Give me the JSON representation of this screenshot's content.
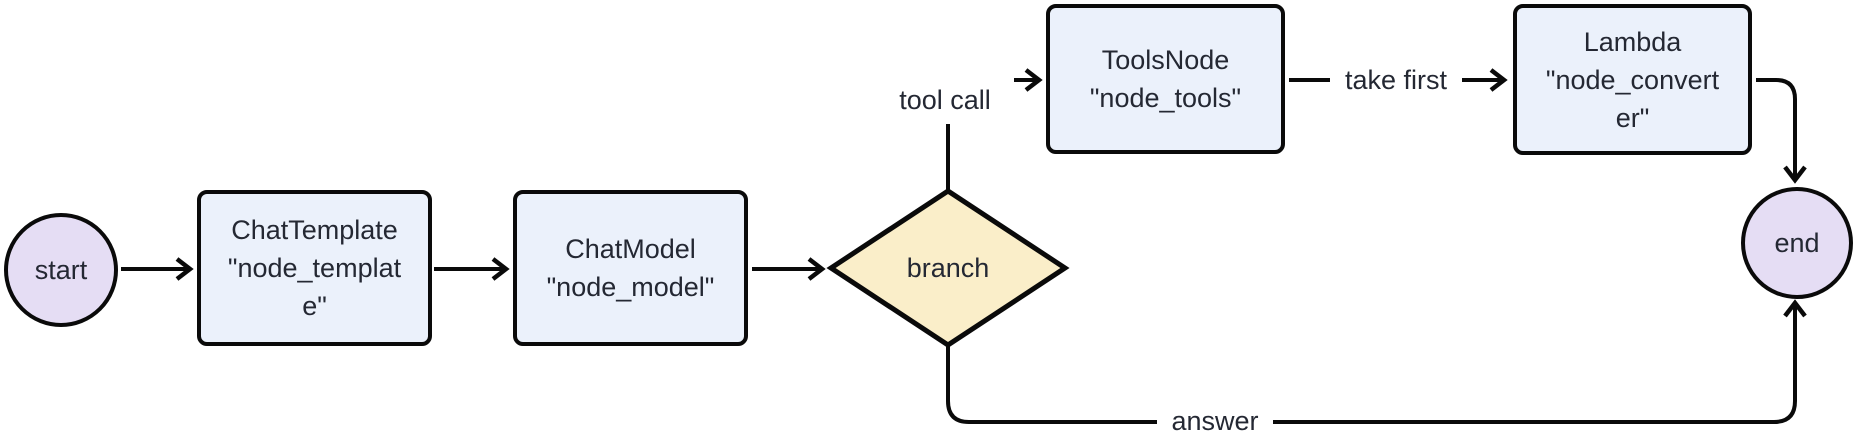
{
  "colors": {
    "background": "#ffffff",
    "process_fill": "#ebf1fb",
    "terminal_fill": "#e5ddf4",
    "decision_fill": "#faeec9",
    "stroke": "#0a0a0a",
    "text": "#242833"
  },
  "nodes": {
    "start": {
      "label": "start"
    },
    "chat_template": {
      "lines": [
        "ChatTemplate",
        "\"node_templat",
        "e\""
      ]
    },
    "chat_model": {
      "lines": [
        "ChatModel",
        "\"node_model\""
      ]
    },
    "branch": {
      "label": "branch"
    },
    "tools_node": {
      "lines": [
        "ToolsNode",
        "\"node_tools\""
      ]
    },
    "lambda_converter": {
      "lines": [
        "Lambda",
        "\"node_convert",
        "er\""
      ]
    },
    "end": {
      "label": "end"
    }
  },
  "edge_labels": {
    "tool_call": "tool call",
    "take_first": "take first",
    "answer": "answer"
  }
}
